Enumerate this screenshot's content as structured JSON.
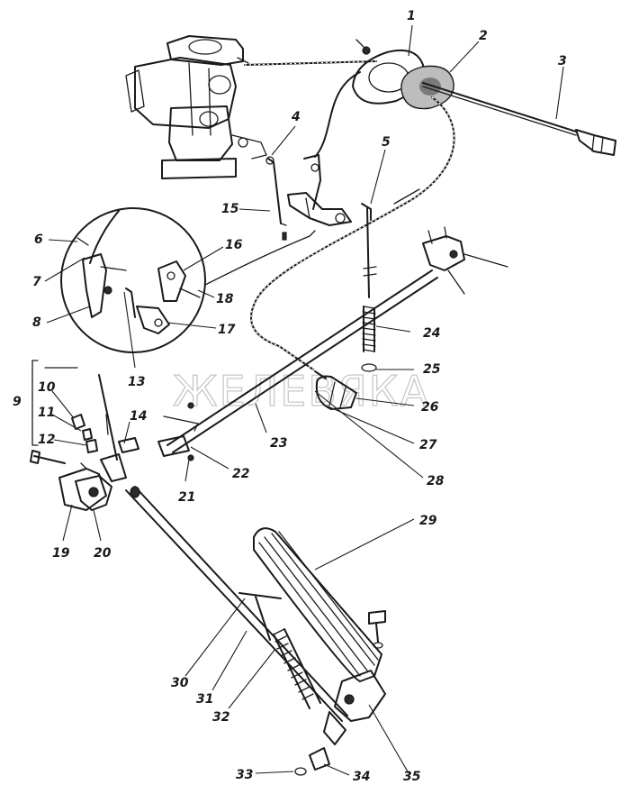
{
  "watermark": "ЖЕЛЕВЯКА",
  "callouts": [
    {
      "id": "1",
      "text": "1"
    },
    {
      "id": "2",
      "text": "2"
    },
    {
      "id": "3",
      "text": "3"
    },
    {
      "id": "4",
      "text": "4"
    },
    {
      "id": "5",
      "text": "5"
    },
    {
      "id": "6",
      "text": "6"
    },
    {
      "id": "7",
      "text": "7"
    },
    {
      "id": "8",
      "text": "8"
    },
    {
      "id": "9",
      "text": "9"
    },
    {
      "id": "10",
      "text": "10"
    },
    {
      "id": "11",
      "text": "11"
    },
    {
      "id": "12",
      "text": "12"
    },
    {
      "id": "13",
      "text": "13"
    },
    {
      "id": "14",
      "text": "14"
    },
    {
      "id": "15",
      "text": "15"
    },
    {
      "id": "16",
      "text": "16"
    },
    {
      "id": "17",
      "text": "17"
    },
    {
      "id": "18",
      "text": "18"
    },
    {
      "id": "19",
      "text": "19"
    },
    {
      "id": "20",
      "text": "20"
    },
    {
      "id": "21",
      "text": "21"
    },
    {
      "id": "22",
      "text": "22"
    },
    {
      "id": "23",
      "text": "23"
    },
    {
      "id": "24",
      "text": "24"
    },
    {
      "id": "25",
      "text": "25"
    },
    {
      "id": "26",
      "text": "26"
    },
    {
      "id": "27",
      "text": "27"
    },
    {
      "id": "28",
      "text": "28"
    },
    {
      "id": "29",
      "text": "29"
    },
    {
      "id": "30",
      "text": "30"
    },
    {
      "id": "31",
      "text": "31"
    },
    {
      "id": "32",
      "text": "32"
    },
    {
      "id": "33",
      "text": "33"
    },
    {
      "id": "34",
      "text": "34"
    },
    {
      "id": "35",
      "text": "35"
    }
  ]
}
